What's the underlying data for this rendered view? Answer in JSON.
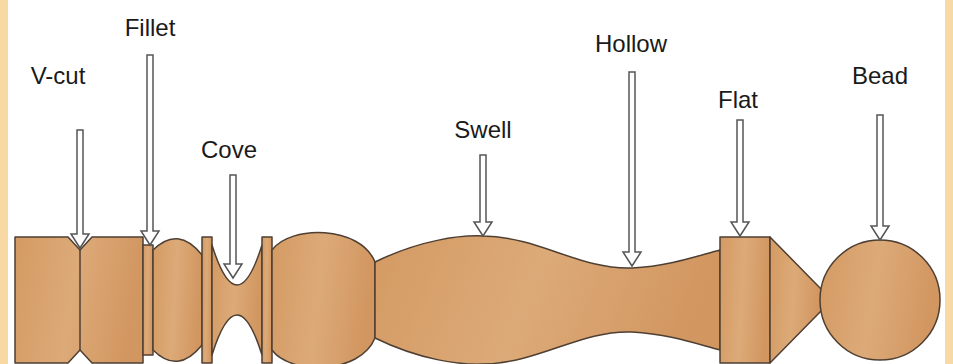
{
  "diagram": {
    "labels": [
      "V-cut",
      "Fillet",
      "Cove",
      "Swell",
      "Hollow",
      "Flat",
      "Bead"
    ]
  }
}
